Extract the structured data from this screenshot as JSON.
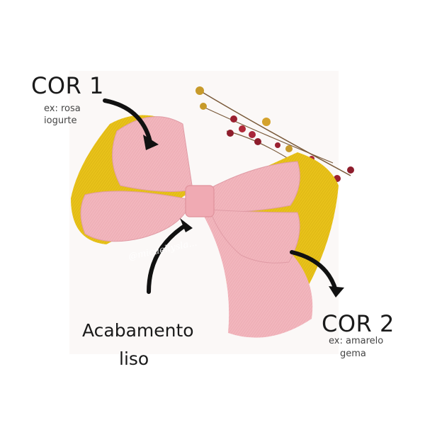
{
  "labels": {
    "cor1_title": "COR 1",
    "cor1_example_line1": "ex: rosa",
    "cor1_example_line2": "iogurte",
    "cor2_title": "COR 2",
    "cor2_example_line1": "ex: amarelo",
    "cor2_example_line2": "gema",
    "finish_line1": "Acabamento",
    "finish_line2": "liso",
    "watermark": "@micaellysla..."
  },
  "colors": {
    "ribbon_pink": "#f2b6bd",
    "ribbon_yellow": "#e8c21a",
    "arrow": "#111111",
    "text": "#1a1a1a"
  }
}
